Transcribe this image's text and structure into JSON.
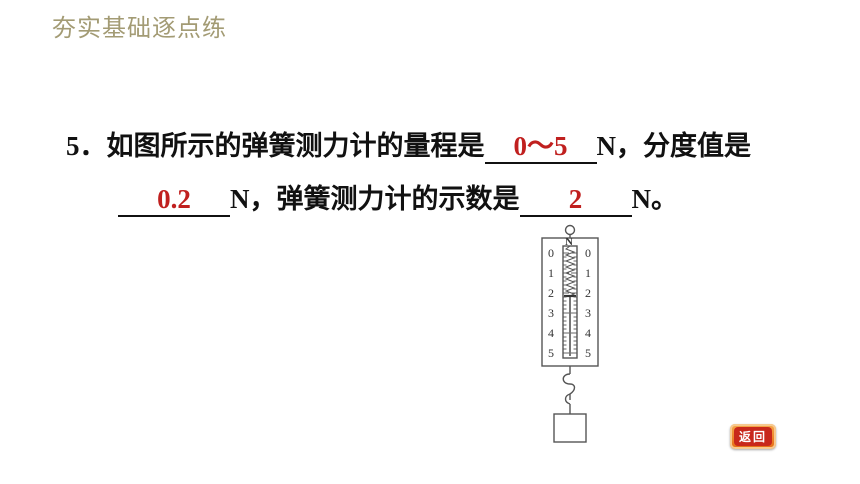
{
  "header": {
    "title": "夯实基础逐点练"
  },
  "question": {
    "number": "5．",
    "line1_text": "如图所示的弹簧测力计的量程是",
    "answer1": "0～5",
    "line1_unit": "N，分度值是",
    "answer2": "0.2",
    "line2_mid": "N，弹簧测力计的示数是",
    "answer3": "2",
    "line2_end": "N。"
  },
  "spring_scale": {
    "unit_label": "N",
    "tick_labels_left": [
      "0",
      "1",
      "2",
      "3",
      "4",
      "5"
    ],
    "tick_labels_right": [
      "0",
      "1",
      "2",
      "3",
      "4",
      "5"
    ],
    "max_value": 5,
    "division": 0.2,
    "reading": 2,
    "colors": {
      "line": "#555555",
      "fill": "#ffffff"
    }
  },
  "nav": {
    "return_label": "返回"
  },
  "colors": {
    "header": "#a39b74",
    "answer": "#c0201f",
    "button": "#e56a12"
  }
}
